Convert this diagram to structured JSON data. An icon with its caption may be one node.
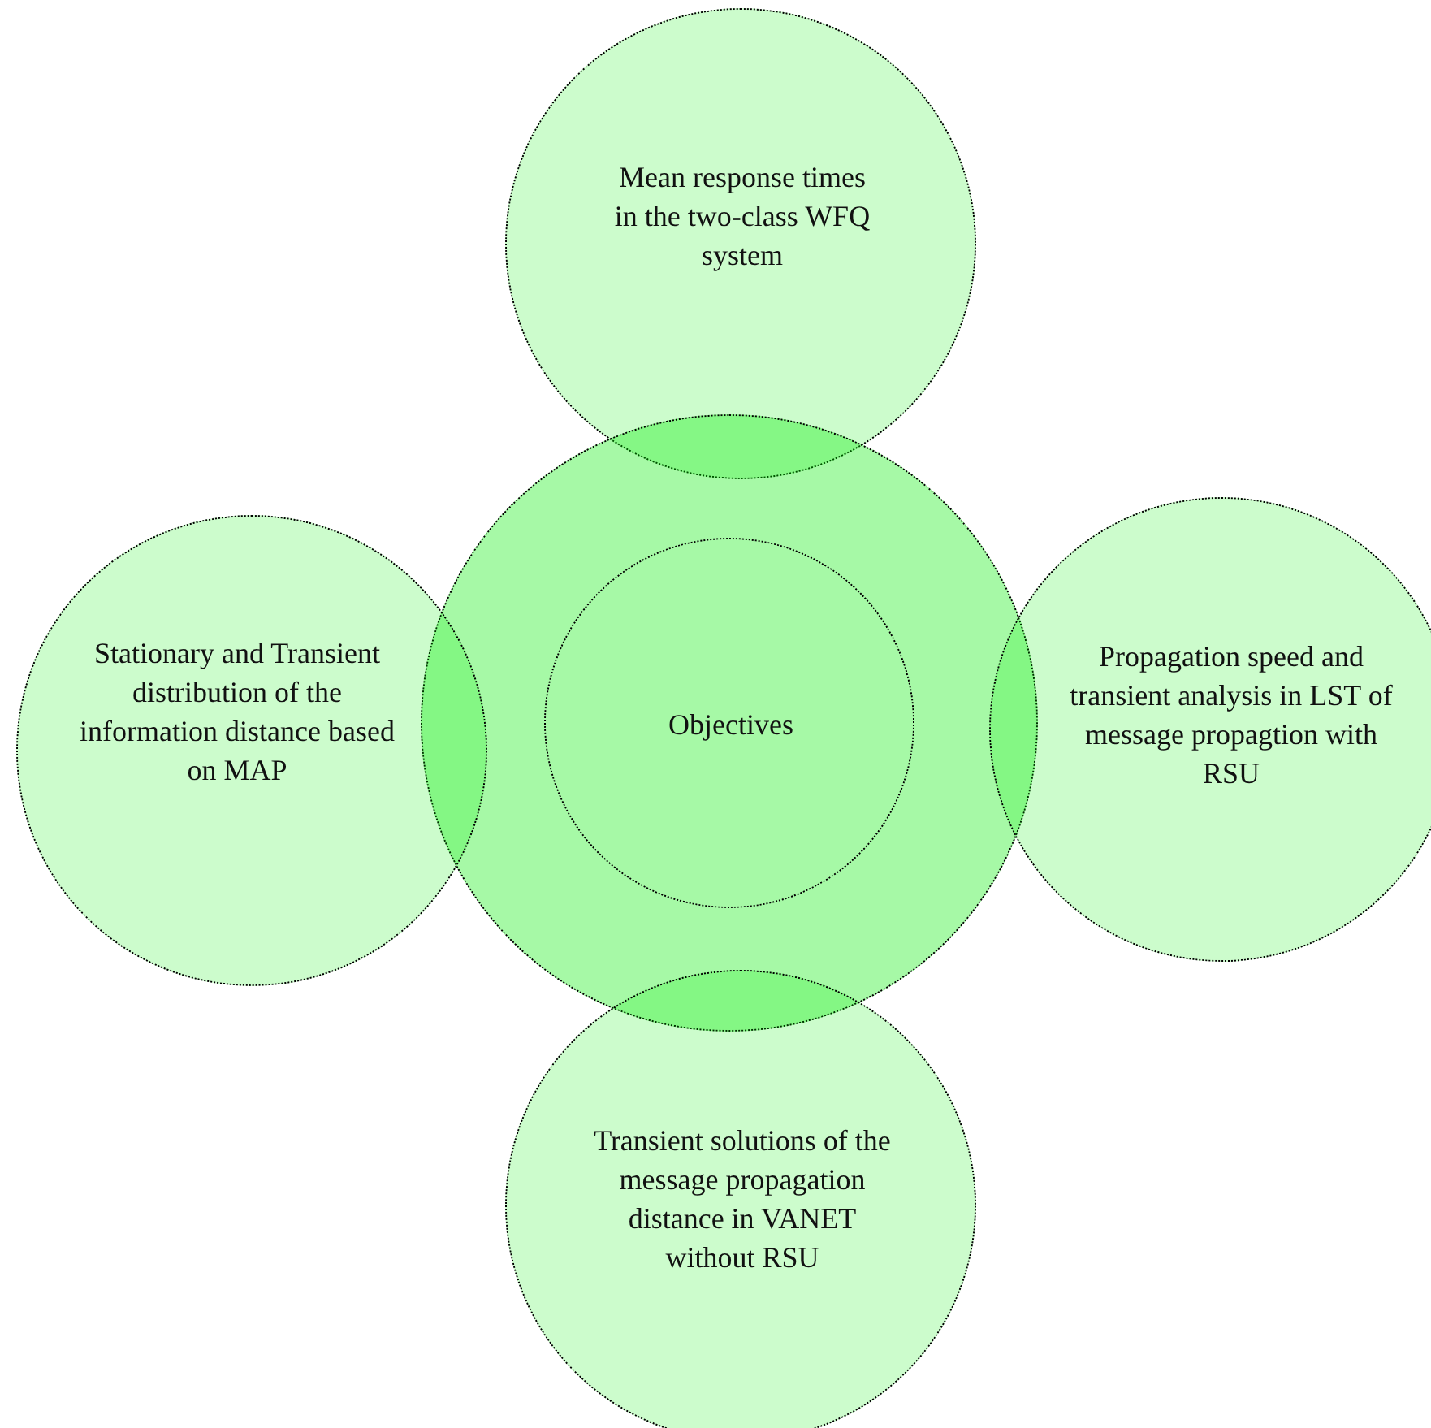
{
  "diagram": {
    "nodes": [
      {
        "text": [
          "Mean response times in the two-class WFQ system"
        ]
      },
      {
        "text": [],
        "shape": "circle"
      },
      {
        "text": [
          "Objectives"
        ],
        "in": 1
      },
      {
        "text": [
          "Stationary and Transient distribution of the information distance based on MAP"
        ]
      },
      {
        "text": [
          "Propagation speed and transient analysis in LST of message propagtion with RSU"
        ]
      },
      {
        "text": [
          "Transient solutions of the message propagation distance in VANET without RSU"
        ]
      }
    ]
  }
}
